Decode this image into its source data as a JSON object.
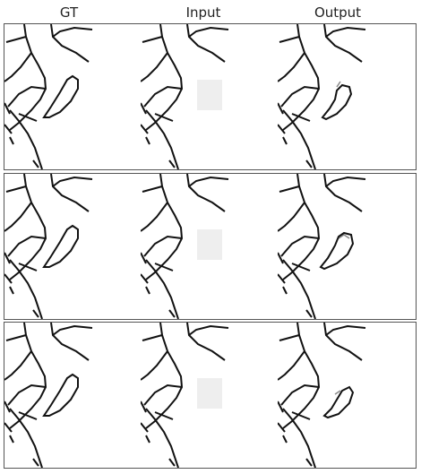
{
  "headers": {
    "gt": "GT",
    "input": "Input",
    "output": "Output"
  },
  "rows": [
    {
      "mask_visible": true,
      "output_variant": "a"
    },
    {
      "mask_visible": true,
      "output_variant": "b"
    },
    {
      "mask_visible": true,
      "output_variant": "c"
    }
  ],
  "colors": {
    "stroke": "#111111",
    "mask": "#eeeeee",
    "border": "#555555"
  }
}
